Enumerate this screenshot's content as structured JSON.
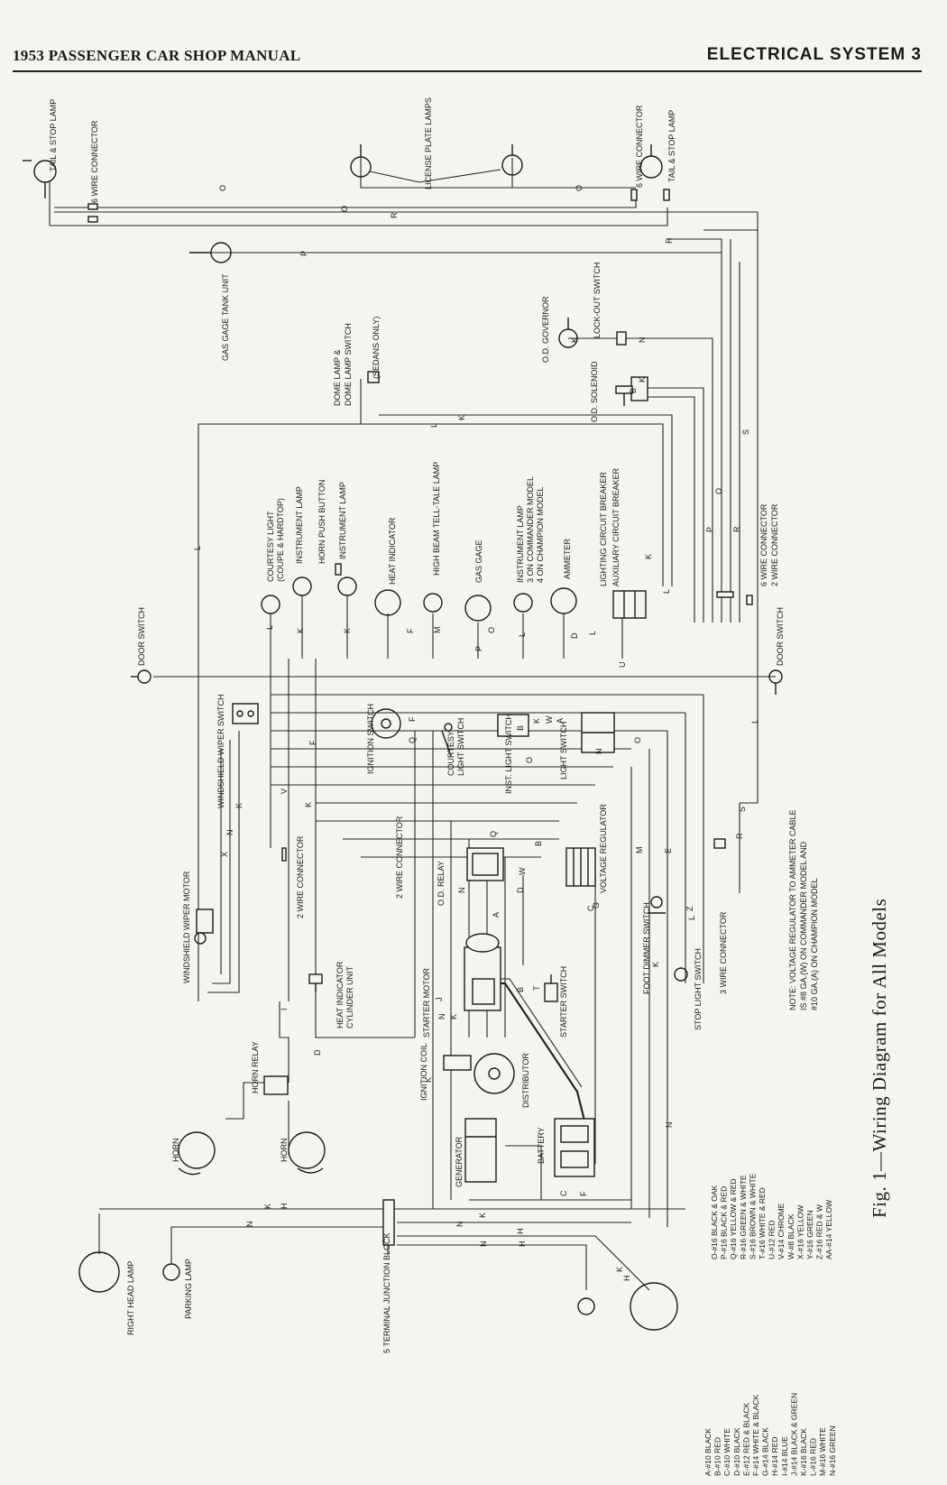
{
  "header": {
    "left": "1953 PASSENGER CAR SHOP MANUAL",
    "right": "ELECTRICAL SYSTEM 3"
  },
  "caption": "Fig. 1—Wiring Diagram for All Models",
  "note": [
    "NOTE: VOLTAGE REGULATOR TO AMMETER CABLE",
    "IS #8 GA.(W) ON COMMANDER MODEL AND",
    "#10 GA.(A) ON CHAMPION MODEL"
  ],
  "components": {
    "tail_stop_lamp_left": "TAIL & STOP LAMP",
    "six_wire_connector_left": "6 WIRE CONNECTOR",
    "license_plate_lamps": "LICENSE PLATE LAMPS",
    "six_wire_connector_right": "6 WIRE CONNECTOR",
    "tail_stop_lamp_right": "TAIL & STOP LAMP",
    "gas_gage_tank_unit": "GAS GAGE TANK UNIT",
    "od_governor": "O.D. GOVERNOR",
    "lock_out_switch": "LOCK-OUT SWITCH",
    "od_solenoid": "O.D. SOLENOID",
    "dome_lamp_switch": [
      "DOME LAMP &",
      "DOME LAMP SWITCH"
    ],
    "sedans_only": "(SEDANS ONLY)",
    "courtesy_light": [
      "COURTESY LIGHT",
      "(COUPE & HARDTOP)"
    ],
    "instrument_lamp_1": "INSTRUMENT LAMP",
    "horn_push_button": "HORN PUSH BUTTON",
    "instrument_lamp_2": "INSTRUMENT LAMP",
    "heat_indicator": "HEAT INDICATOR",
    "high_beam_lamp": "HIGH BEAM TELL-TALE LAMP",
    "gas_gage": "GAS GAGE",
    "instrument_lamp_3": [
      "INSTRUMENT LAMP",
      "3 ON COMMANDER MODEL",
      "4 ON CHAMPION MODEL"
    ],
    "ammeter": "AMMETER",
    "lighting_breaker": "LIGHTING CIRCUIT BREAKER",
    "auxiliary_breaker": "AUXILIARY CIRCUIT BREAKER",
    "six_wire_connector_mid": "6 WIRE CONNECTOR",
    "two_wire_connector_mid": "2 WIRE CONNECTOR",
    "door_switch_left": "DOOR SWITCH",
    "door_switch_right": "DOOR SWITCH",
    "windshield_wiper_switch": "WINDSHIELD WIPER SWITCH",
    "ignition_switch": "IGNITION SWITCH",
    "courtesy_light_switch": [
      "COURTESY",
      "LIGHT SWITCH"
    ],
    "inst_light_switch": "INST. LIGHT SWITCH",
    "light_switch": "LIGHT SWITCH",
    "two_wire_connector_left": "2 WIRE CONNECTOR",
    "two_wire_connector_lower": "2 WIRE CONNECTOR",
    "od_relay": "O.D. RELAY",
    "voltage_regulator": "VOLTAGE REGULATOR",
    "foot_dimmer_switch": "FOOT DIMMER SWITCH",
    "three_wire_connector": "3 WIRE CONNECTOR",
    "stop_light_switch": "STOP LIGHT SWITCH",
    "windshield_wiper_motor": "WINDSHIELD WIPER MOTOR",
    "heat_indicator_unit": [
      "HEAT INDICATOR",
      "CYLINDER UNIT"
    ],
    "starter_motor": "STARTER MOTOR",
    "starter_switch": "STARTER SWITCH",
    "horn_relay": "HORN RELAY",
    "ignition_coil": "IGNITION COIL",
    "distributor": "DISTRIBUTOR",
    "horn_1": "HORN",
    "horn_2": "HORN",
    "generator": "GENERATOR",
    "battery": "BATTERY",
    "right_head_lamp": "RIGHT HEAD LAMP",
    "parking_lamp": "PARKING LAMP",
    "junction_block": "5 TERMINAL JUNCTION BLOCK"
  },
  "legend_col1": [
    "A-#10 BLACK",
    "B-#10 RED",
    "C-#10 WHITE",
    "D-#10 BLACK",
    "E-#12 RED & BLACK",
    "F-#14 WHITE & BLACK",
    "G-#14 BLACK",
    "H-#14 RED",
    "I-#14 BLUE",
    "J-#14 BLACK & GREEN",
    "K-#16 BLACK",
    "L-#16 RED",
    "M-#16 WHITE",
    "N-#16 GREEN"
  ],
  "legend_col2": [
    "O-#16 BLACK & OAK",
    "P-#16 BLACK & RED",
    "Q-#16 YELLOW & RED",
    "R-#16 GREEN & WHITE",
    "S-#16 BROWN & WHITE",
    "T-#16 WHITE & RED",
    "U-#12 RED",
    "V-#14 CHROME",
    "W-#8 BLACK",
    "X-#16 YELLOW",
    "Y-#16 GREEN",
    "Z-#16 RED & W",
    "AA-#14 YELLOW"
  ],
  "wire_letters": [
    "O",
    "R",
    "P",
    "L",
    "K",
    "N",
    "S",
    "M",
    "F",
    "Q",
    "D",
    "A",
    "B",
    "C",
    "E",
    "W",
    "U",
    "H",
    "J",
    "T",
    "X",
    "V",
    "G",
    "I",
    "Z"
  ]
}
